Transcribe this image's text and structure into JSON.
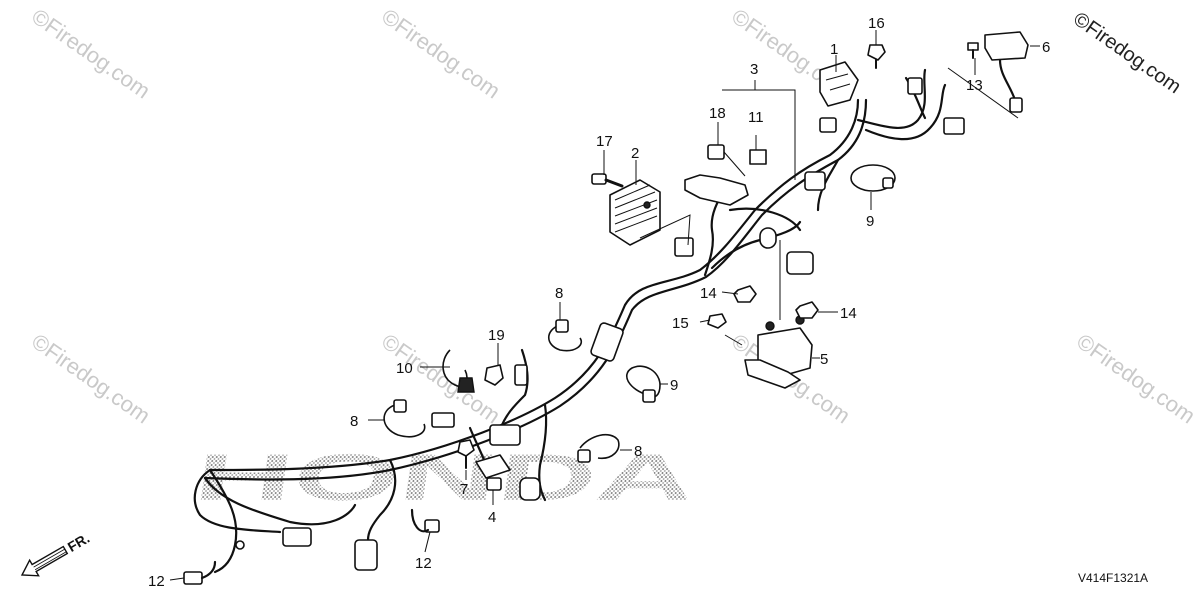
{
  "watermark": {
    "text": "©Firedog.com"
  },
  "brand_logo": {
    "text": "HONDA"
  },
  "figure_code": "V414F1321A",
  "front_indicator": {
    "label": "FR."
  },
  "callouts": [
    {
      "id": "c1",
      "label": "1"
    },
    {
      "id": "c2",
      "label": "2"
    },
    {
      "id": "c3",
      "label": "3"
    },
    {
      "id": "c4",
      "label": "4"
    },
    {
      "id": "c5",
      "label": "5"
    },
    {
      "id": "c6",
      "label": "6"
    },
    {
      "id": "c7",
      "label": "7"
    },
    {
      "id": "c8a",
      "label": "8"
    },
    {
      "id": "c8b",
      "label": "8"
    },
    {
      "id": "c8c",
      "label": "8"
    },
    {
      "id": "c9a",
      "label": "9"
    },
    {
      "id": "c9b",
      "label": "9"
    },
    {
      "id": "c10",
      "label": "10"
    },
    {
      "id": "c11",
      "label": "11"
    },
    {
      "id": "c12a",
      "label": "12"
    },
    {
      "id": "c12b",
      "label": "12"
    },
    {
      "id": "c13",
      "label": "13"
    },
    {
      "id": "c14a",
      "label": "14"
    },
    {
      "id": "c14b",
      "label": "14"
    },
    {
      "id": "c15",
      "label": "15"
    },
    {
      "id": "c16",
      "label": "16"
    },
    {
      "id": "c17",
      "label": "17"
    },
    {
      "id": "c18",
      "label": "18"
    },
    {
      "id": "c19",
      "label": "19"
    }
  ]
}
